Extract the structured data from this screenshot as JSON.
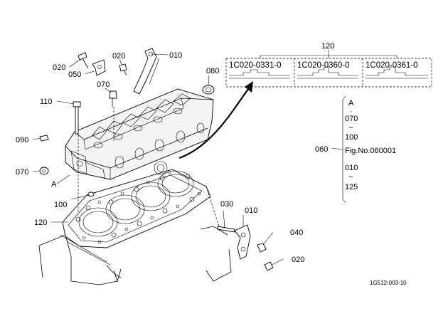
{
  "callouts": {
    "c020_top_left": "020",
    "c050": "050",
    "c020_top_mid": "020",
    "c010_top": "010",
    "c080": "080",
    "c110": "110",
    "c070_mid": "070",
    "c090": "090",
    "c070_left": "070",
    "c100": "100",
    "c120_left": "120",
    "c030": "030",
    "c010_bottom": "010",
    "c040": "040",
    "c020_bottom": "020",
    "view_a": "A"
  },
  "gasket_options": {
    "group_label": "120",
    "parts": [
      "1C020-0331-0",
      "1C020-0360-0",
      "1C020-0361-0"
    ]
  },
  "serial_note": {
    "ref": "060",
    "header": "A",
    "dot1": "·",
    "from1": "070",
    "tilde1": "~",
    "to1": "100",
    "fig": "Fig.No.060001",
    "from2": "010",
    "tilde2": "~",
    "to2": "125"
  },
  "drawing_code": "1G512-003-10"
}
